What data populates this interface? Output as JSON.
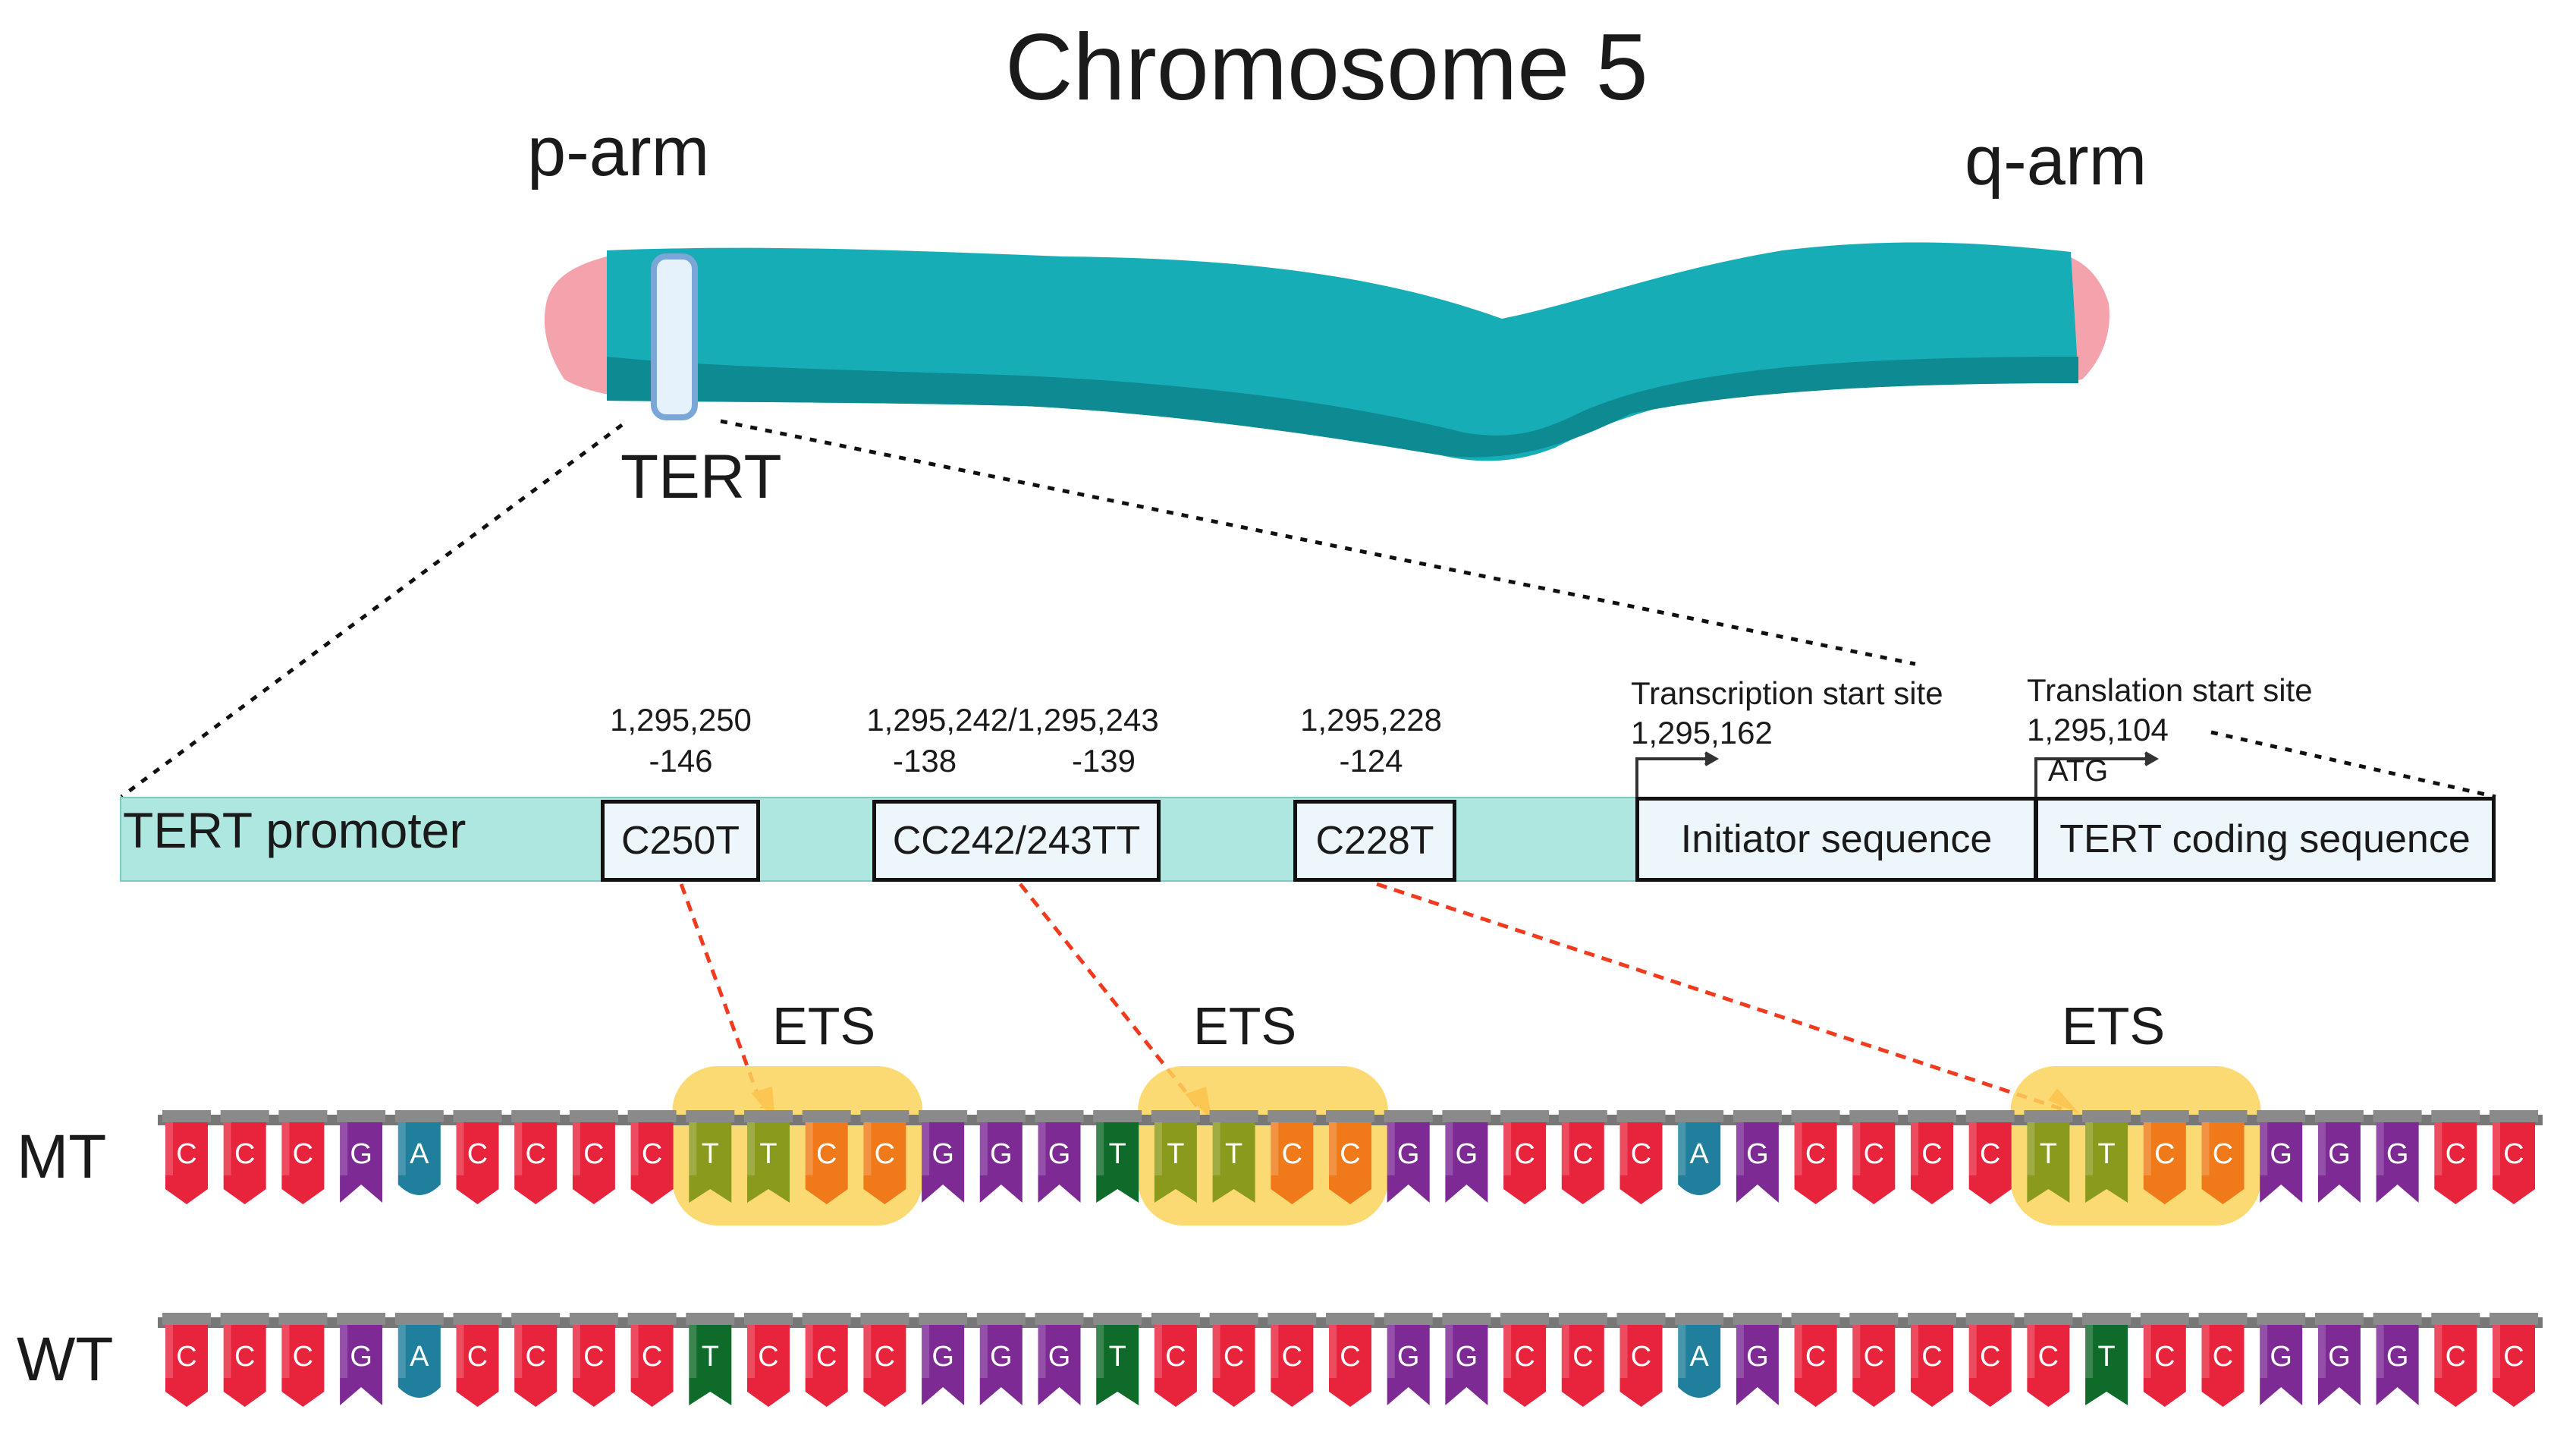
{
  "title": "Chromosome 5",
  "arms": {
    "p": "p-arm",
    "q": "q-arm"
  },
  "gene": "TERT",
  "promoter_label": "TERT promoter",
  "mutations": [
    {
      "label": "C250T",
      "coord": "1,295,250",
      "pos": "-146"
    },
    {
      "label": "CC242/243TT",
      "coord": "1,295,242/1,295,243",
      "pos1": "-138",
      "pos2": "-139"
    },
    {
      "label": "C228T",
      "coord": "1,295,228",
      "pos": "-124"
    }
  ],
  "transcription": {
    "label": "Transcription start site",
    "coord": "1,295,162"
  },
  "translation": {
    "label": "Translation start site",
    "coord": "1,295,104",
    "codon": "ATG"
  },
  "regions": {
    "initiator": "Initiator sequence",
    "coding": "TERT coding sequence"
  },
  "ets_label": "ETS",
  "rows": [
    {
      "label": "MT",
      "sequence": "CCCGACCCCTTCCGGGTTTCCGGCCCAGCCCCTTCCGGGCC"
    },
    {
      "label": "WT",
      "sequence": "CCCGACCCCTCCCGGGTCCCCGGCCCAGCCCCCTCCGGGCC"
    }
  ],
  "ets_highlight_ranges": [
    [
      9,
      12
    ],
    [
      17,
      20
    ],
    [
      32,
      35
    ]
  ],
  "colors": {
    "C": "#e8243d",
    "G": "#7d2a95",
    "A": "#1f7f9c",
    "T_mt": "#8a9a1c",
    "T_mt_edge": "#7e8c12",
    "C_mt": "#f07a1a",
    "T_wt": "#0f6b2a",
    "chromosome": "#17adb6",
    "chromosome_dark": "#0e8a93",
    "telomere": "#f4a2ab",
    "ets_highlight": "#fcd35b",
    "arrow": "#f23b1e",
    "promoter": "#aee6e0"
  }
}
